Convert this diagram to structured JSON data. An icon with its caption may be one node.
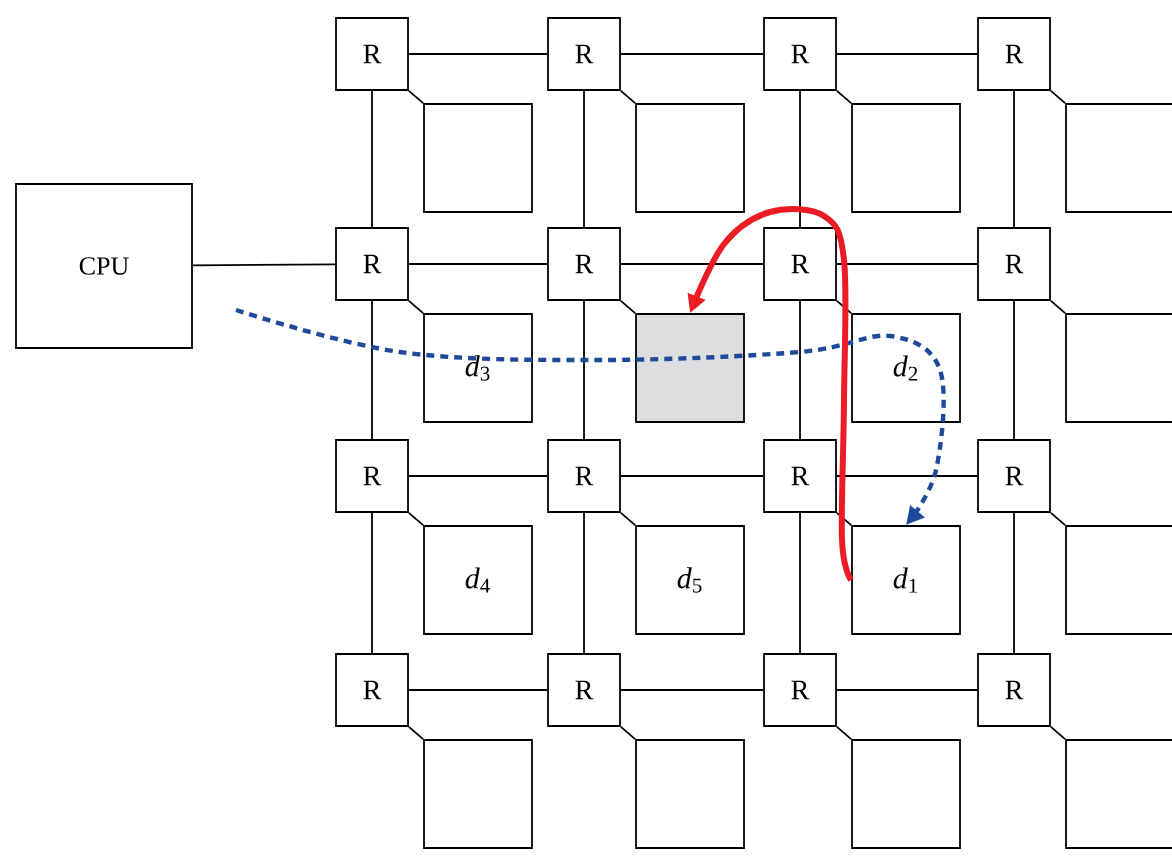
{
  "diagram": {
    "nodes": [
      {
        "text": [
          "CPU"
        ]
      },
      {
        "text": [
          "R"
        ]
      },
      {
        "text": [
          "R"
        ]
      },
      {
        "text": [
          "R"
        ]
      },
      {
        "text": [
          "R"
        ]
      },
      {
        "text": [
          "R"
        ]
      },
      {
        "text": [
          "R"
        ]
      },
      {
        "text": [
          "R"
        ]
      },
      {
        "text": [
          "R"
        ]
      },
      {
        "text": [
          "R"
        ]
      },
      {
        "text": [
          "R"
        ]
      },
      {
        "text": [
          "R"
        ]
      },
      {
        "text": [
          "R"
        ]
      },
      {
        "text": [
          "R"
        ]
      },
      {
        "text": [
          "R"
        ]
      },
      {
        "text": [
          "R"
        ]
      },
      {
        "text": [
          "R"
        ]
      },
      {
        "text": [],
        "shape": "box"
      },
      {
        "text": [],
        "shape": "box"
      },
      {
        "text": [],
        "shape": "box"
      },
      {
        "text": [],
        "shape": "box"
      },
      {
        "text": [
          "*d*$_{3}$"
        ]
      },
      {
        "text": [],
        "shape": "box"
      },
      {
        "text": [
          "*d*$_{2}$"
        ]
      },
      {
        "text": [],
        "shape": "box"
      },
      {
        "text": [
          "*d*$_{4}$"
        ]
      },
      {
        "text": [
          "*d*$_{5}$"
        ]
      },
      {
        "text": [
          "*d*$_{1}$"
        ]
      },
      {
        "text": [],
        "shape": "box"
      },
      {
        "text": [],
        "shape": "box"
      },
      {
        "text": [],
        "shape": "box"
      },
      {
        "text": [],
        "shape": "box"
      },
      {
        "text": [],
        "shape": "box"
      }
    ],
    "edges": [
      {
        "from": 0,
        "to": 5,
        "arrow": "none"
      },
      {
        "from": 1,
        "to": 2,
        "arrow": "none"
      },
      {
        "from": 2,
        "to": 3,
        "arrow": "none"
      },
      {
        "from": 3,
        "to": 4,
        "arrow": "none"
      },
      {
        "from": 5,
        "to": 6,
        "arrow": "none"
      },
      {
        "from": 6,
        "to": 7,
        "arrow": "none"
      },
      {
        "from": 7,
        "to": 8,
        "arrow": "none"
      },
      {
        "from": 9,
        "to": 10,
        "arrow": "none"
      },
      {
        "from": 10,
        "to": 11,
        "arrow": "none"
      },
      {
        "from": 11,
        "to": 12,
        "arrow": "none"
      },
      {
        "from": 13,
        "to": 14,
        "arrow": "none"
      },
      {
        "from": 14,
        "to": 15,
        "arrow": "none"
      },
      {
        "from": 15,
        "to": 16,
        "arrow": "none"
      },
      {
        "from": 1,
        "to": 5,
        "arrow": "none"
      },
      {
        "from": 5,
        "to": 9,
        "arrow": "none"
      },
      {
        "from": 9,
        "to": 13,
        "arrow": "none"
      },
      {
        "from": 2,
        "to": 6,
        "arrow": "none"
      },
      {
        "from": 6,
        "to": 10,
        "arrow": "none"
      },
      {
        "from": 10,
        "to": 14,
        "arrow": "none"
      },
      {
        "from": 3,
        "to": 7,
        "arrow": "none"
      },
      {
        "from": 7,
        "to": 11,
        "arrow": "none"
      },
      {
        "from": 11,
        "to": 15,
        "arrow": "none"
      },
      {
        "from": 4,
        "to": 8,
        "arrow": "none"
      },
      {
        "from": 8,
        "to": 12,
        "arrow": "none"
      },
      {
        "from": 12,
        "to": 16,
        "arrow": "none"
      },
      {
        "from": 1,
        "to": 17,
        "arrow": "none"
      },
      {
        "from": 2,
        "to": 18,
        "arrow": "none"
      },
      {
        "from": 3,
        "to": 19,
        "arrow": "none"
      },
      {
        "from": 4,
        "to": 20,
        "arrow": "none"
      },
      {
        "from": 5,
        "to": 21,
        "arrow": "none"
      },
      {
        "from": 6,
        "to": 22,
        "arrow": "none"
      },
      {
        "from": 7,
        "to": 23,
        "arrow": "none"
      },
      {
        "from": 8,
        "to": 24,
        "arrow": "none"
      },
      {
        "from": 9,
        "to": 25,
        "arrow": "none"
      },
      {
        "from": 10,
        "to": 26,
        "arrow": "none"
      },
      {
        "from": 11,
        "to": 27,
        "arrow": "none"
      },
      {
        "from": 12,
        "to": 28,
        "arrow": "none"
      },
      {
        "from": 13,
        "to": 29,
        "arrow": "none"
      },
      {
        "from": 14,
        "to": 30,
        "arrow": "none"
      },
      {
        "from": 15,
        "to": 31,
        "arrow": "none"
      },
      {
        "from": 16,
        "to": 32,
        "arrow": "none"
      },
      {
        "from": null,
        "to": 27,
        "arrow": "to",
        "style": "dashed",
        "color": "#1f4a9c"
      },
      {
        "from": 27,
        "to": 22,
        "arrow": "to",
        "style": "thick",
        "color": "#ec1c24"
      }
    ]
  }
}
